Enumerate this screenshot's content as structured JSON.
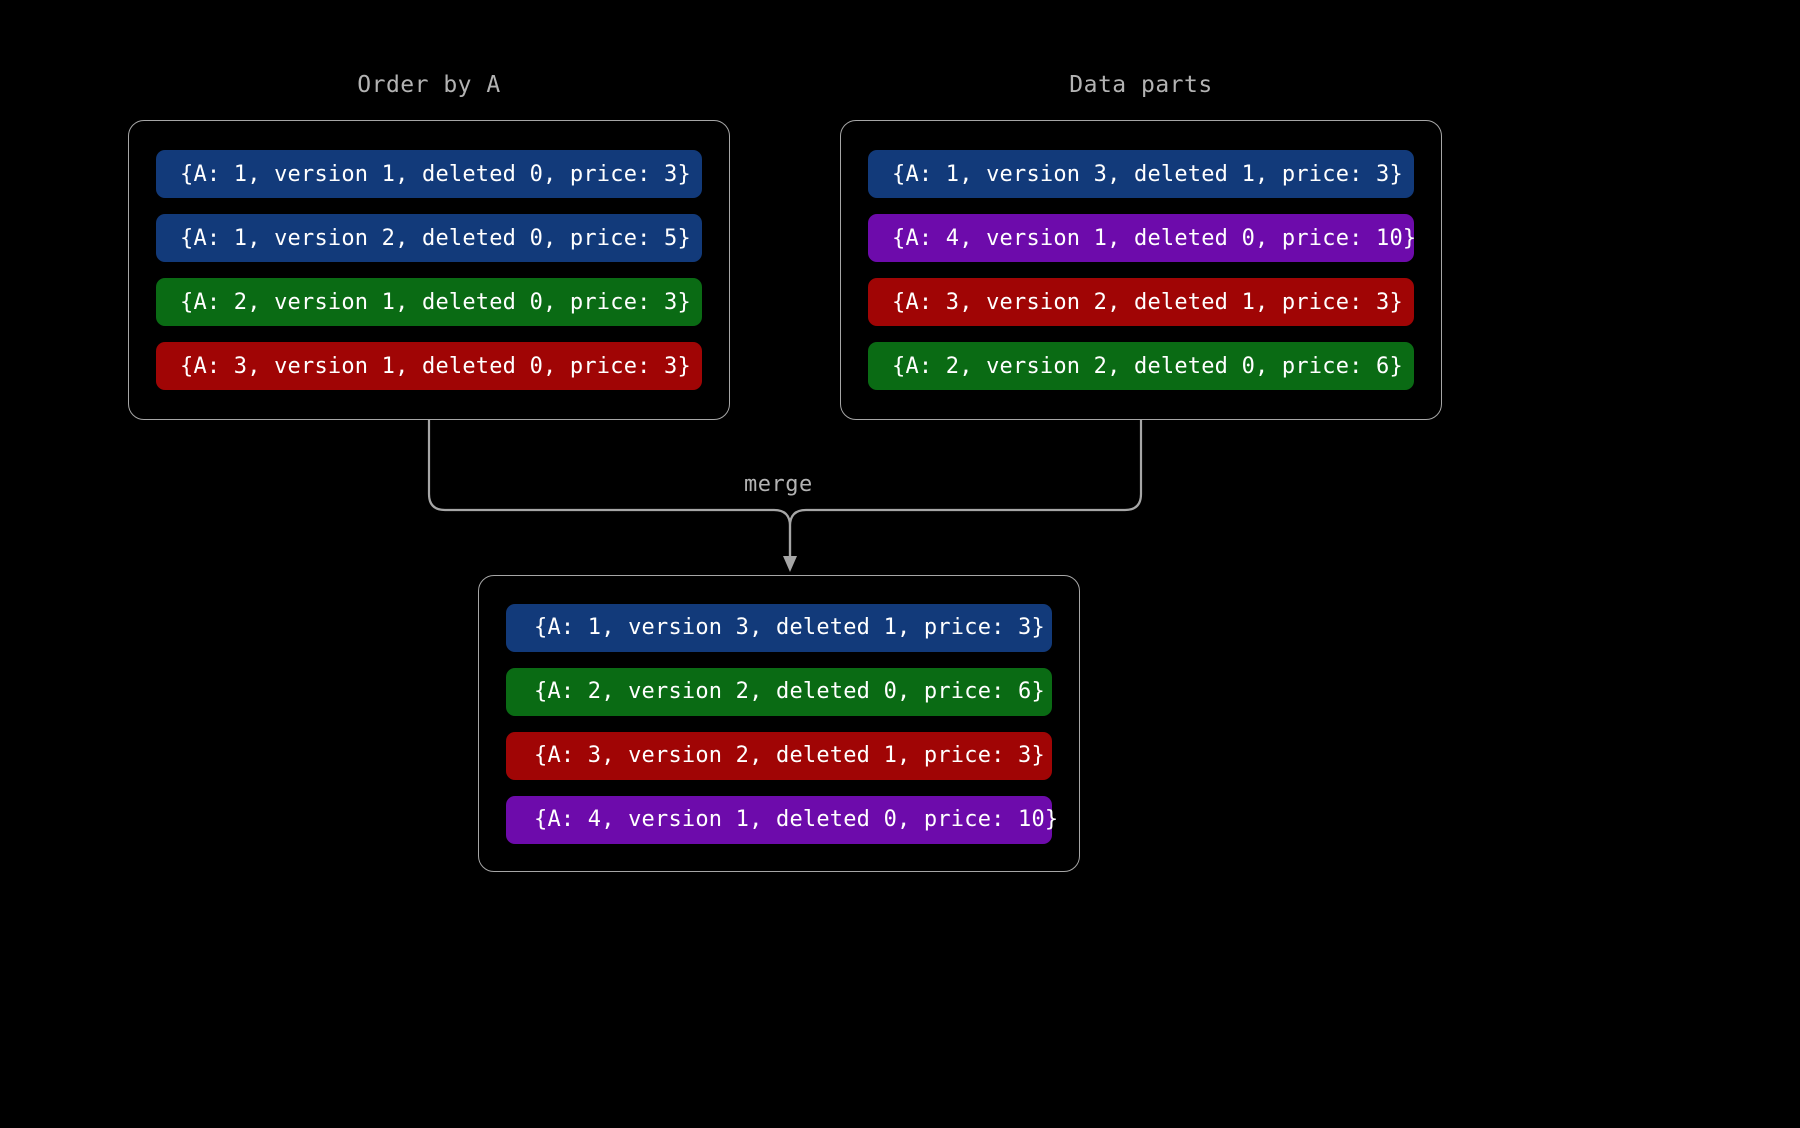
{
  "background_color": "#000000",
  "colors": {
    "blue": "#123a7a",
    "green": "#0a6b14",
    "red": "#a00505",
    "purple": "#6d0bab",
    "panel_border": "#a6a6a6",
    "edge_stroke": "#a6a6a6",
    "label_text": "#b3b3b3",
    "record_text": "#ffffff"
  },
  "groups": {
    "left": {
      "title": "Order by A",
      "rows": [
        {
          "text": "{A: 1, version 1, deleted 0, price: 3}",
          "color": "blue",
          "A": 1,
          "version": 1,
          "deleted": 0,
          "price": 3
        },
        {
          "text": "{A: 1, version 2, deleted 0, price: 5}",
          "color": "blue",
          "A": 1,
          "version": 2,
          "deleted": 0,
          "price": 5
        },
        {
          "text": "{A: 2, version 1, deleted 0, price: 3}",
          "color": "green",
          "A": 2,
          "version": 1,
          "deleted": 0,
          "price": 3
        },
        {
          "text": "{A: 3, version 1, deleted 0, price: 3}",
          "color": "red",
          "A": 3,
          "version": 1,
          "deleted": 0,
          "price": 3
        }
      ]
    },
    "right": {
      "title": "Data parts",
      "rows": [
        {
          "text": "{A: 1, version 3, deleted 1, price: 3}",
          "color": "blue",
          "A": 1,
          "version": 3,
          "deleted": 1,
          "price": 3
        },
        {
          "text": "{A: 4, version 1, deleted 0, price: 10}",
          "color": "purple",
          "A": 4,
          "version": 1,
          "deleted": 0,
          "price": 10
        },
        {
          "text": "{A: 3, version 2, deleted 1, price: 3}",
          "color": "red",
          "A": 3,
          "version": 2,
          "deleted": 1,
          "price": 3
        },
        {
          "text": "{A: 2, version 2, deleted 0, price: 6}",
          "color": "green",
          "A": 2,
          "version": 2,
          "deleted": 0,
          "price": 6
        }
      ]
    },
    "merged": {
      "title": "",
      "rows": [
        {
          "text": "{A: 1, version 3, deleted 1, price: 3}",
          "color": "blue",
          "A": 1,
          "version": 3,
          "deleted": 1,
          "price": 3
        },
        {
          "text": "{A: 2, version 2, deleted 0, price: 6}",
          "color": "green",
          "A": 2,
          "version": 2,
          "deleted": 0,
          "price": 6
        },
        {
          "text": "{A: 3, version 2, deleted 1, price: 3}",
          "color": "red",
          "A": 3,
          "version": 2,
          "deleted": 1,
          "price": 3
        },
        {
          "text": "{A: 4, version 1, deleted 0, price: 10}",
          "color": "purple",
          "A": 4,
          "version": 1,
          "deleted": 0,
          "price": 10
        }
      ]
    }
  },
  "edge": {
    "label": "merge",
    "arrow": "arrow-down-icon"
  }
}
